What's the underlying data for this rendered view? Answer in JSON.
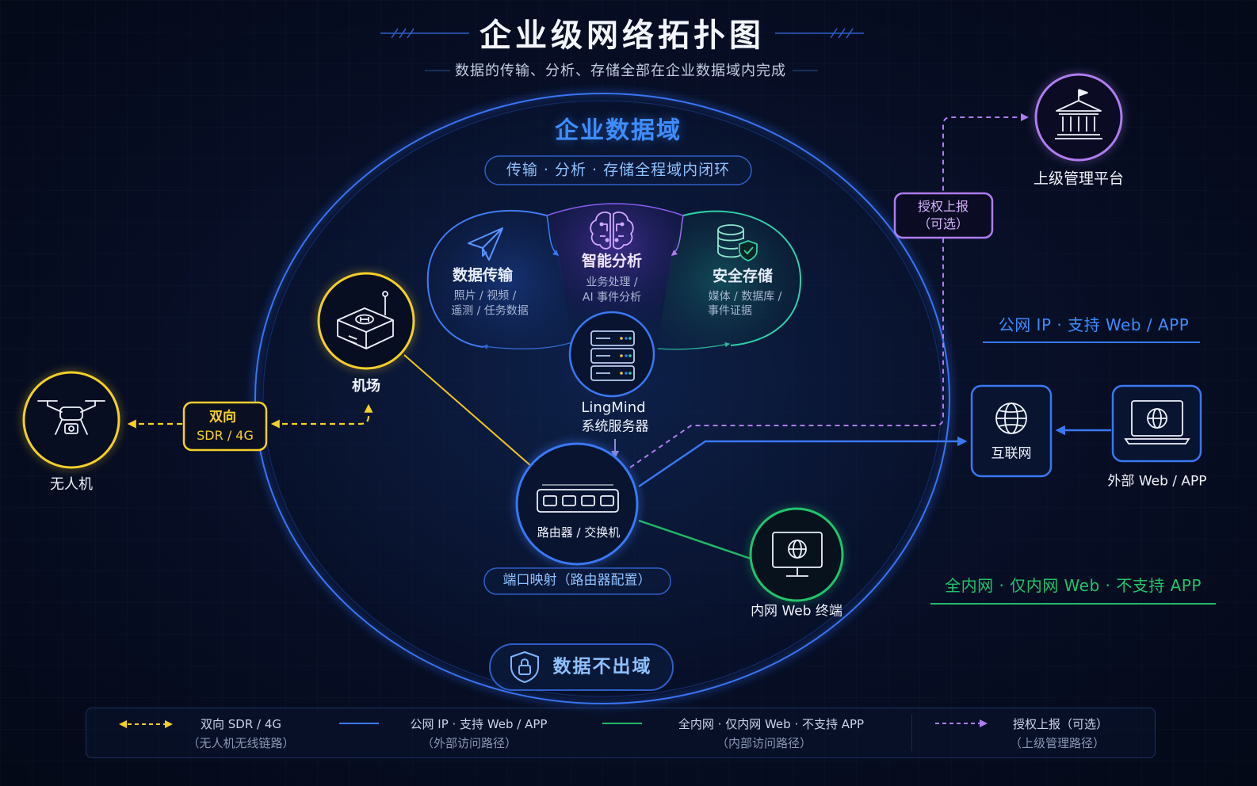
{
  "title": "企业级网络拓扑图",
  "subtitle": "数据的传输、分析、存储全部在企业数据域内完成",
  "domain": {
    "title": "企业数据域",
    "tagline": "传输 · 分析 · 存储全程域内闭环",
    "port_mapping": "端口映射（路由器配置）",
    "badge": "数据不出域"
  },
  "modules": {
    "transmission": {
      "title": "数据传输",
      "line1": "照片 / 视频 /",
      "line2": "遥测 / 任务数据"
    },
    "analysis": {
      "title": "智能分析",
      "line1": "业务处理 /",
      "line2": "AI 事件分析"
    },
    "storage": {
      "title": "安全存储",
      "line1": "媒体 / 数据库 /",
      "line2": "事件证据"
    }
  },
  "nodes": {
    "server": {
      "line1": "LingMind",
      "line2": "系统服务器"
    },
    "dock": "机场",
    "drone": "无人机",
    "router": "路由器 / 交换机",
    "intranet_terminal": "内网 Web 终端",
    "internet": "互联网",
    "external_app": "外部 Web / APP",
    "upper_platform": "上级管理平台"
  },
  "links": {
    "sdr": {
      "line1": "双向",
      "line2": "SDR / 4G"
    },
    "report": {
      "line1": "授权上报",
      "line2": "（可选）"
    },
    "public_access": "公网 IP · 支持 Web / APP",
    "intranet_access": "全内网 · 仅内网 Web · 不支持 APP"
  },
  "legend": [
    {
      "label": "双向 SDR / 4G",
      "note": "（无人机无线链路）"
    },
    {
      "label": "公网 IP · 支持 Web / APP",
      "note": "（外部访问路径）"
    },
    {
      "label": "全内网 · 仅内网 Web · 不支持 APP",
      "note": "（内部访问路径）"
    },
    {
      "label": "授权上报（可选）",
      "note": "（上级管理路径）"
    }
  ],
  "colors": {
    "background": "#060d22",
    "public_blue": "#3a78f2",
    "sdr_yellow": "#f5cf2a",
    "intranet_green": "#22c36b",
    "report_purple": "#b07cf0",
    "storage_teal": "#2fd0a8"
  },
  "icons": {
    "transmission": "paper-plane-icon",
    "analysis": "brain-icon",
    "storage": "database-shield-icon",
    "server": "server-rack-icon",
    "dock": "drone-dock-icon",
    "drone": "drone-icon",
    "router": "network-switch-icon",
    "internet": "globe-icon",
    "external_app": "laptop-globe-icon",
    "intranet_terminal": "monitor-globe-icon",
    "upper_platform": "government-building-icon",
    "badge": "shield-lock-icon"
  }
}
